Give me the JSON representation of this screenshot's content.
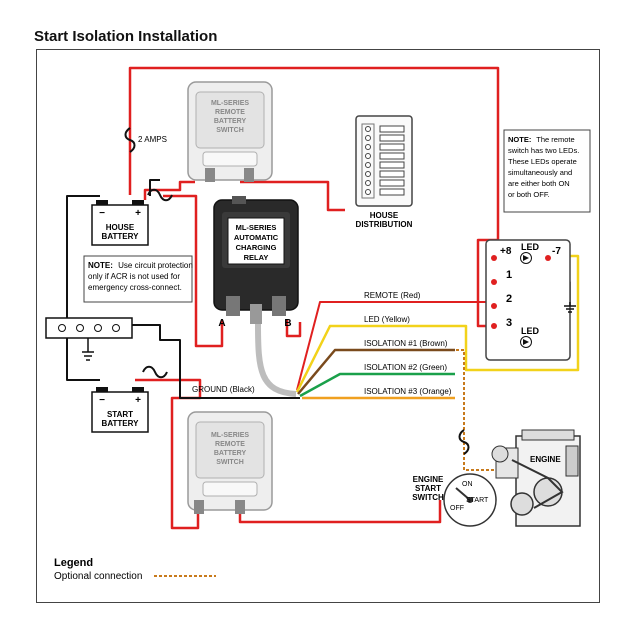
{
  "title": "Start Isolation Installation",
  "labels": {
    "fuse_amps": "2 AMPS",
    "rbs_top": [
      "ML-SERIES",
      "REMOTE",
      "BATTERY",
      "SWITCH"
    ],
    "rbs_bottom": [
      "ML-SERIES",
      "REMOTE",
      "BATTERY",
      "SWITCH"
    ],
    "acr": [
      "ML-SERIES",
      "AUTOMATIC",
      "CHARGING",
      "RELAY"
    ],
    "acr_terminal_a": "A",
    "acr_terminal_b": "B",
    "house_distribution": [
      "HOUSE",
      "DISTRIBUTION"
    ],
    "house_battery": [
      "HOUSE",
      "BATTERY"
    ],
    "start_battery": [
      "START",
      "BATTERY"
    ],
    "battery_minus": "−",
    "battery_plus": "+",
    "note_left_bold": "NOTE:",
    "note_left": [
      "Use circuit protection",
      "only if ACR is not used for",
      "emergency cross-connect."
    ],
    "note_right_bold": "NOTE:",
    "note_right": [
      "The remote",
      "switch has two LEDs.",
      "These LEDs operate",
      "simultaneously and",
      "are either both ON",
      "or both OFF."
    ],
    "wire_remote": "REMOTE (Red)",
    "wire_led": "LED (Yellow)",
    "wire_iso1": "ISOLATION #1 (Brown)",
    "wire_iso2": "ISOLATION #2 (Green)",
    "wire_iso3": "ISOLATION #3 (Orange)",
    "wire_ground": "GROUND (Black)",
    "terminal_plus8": "+8",
    "terminal_minus7": "-7",
    "terminal_1": "1",
    "terminal_2": "2",
    "terminal_3": "3",
    "led_top": "LED",
    "led_bottom": "LED",
    "engine": "ENGINE",
    "engine_start_switch": [
      "ENGINE",
      "START",
      "SWITCH"
    ],
    "switch_on": "ON",
    "switch_start": "START",
    "switch_off": "OFF",
    "legend_title": "Legend",
    "legend_item": "Optional connection"
  },
  "colors": {
    "red": "#e02020",
    "yellow": "#f2d21a",
    "brown": "#7a4a1c",
    "green": "#1aa04a",
    "orange": "#f0a020",
    "black": "#111111",
    "gray_cable": "#bdbdbd",
    "optional_dotted": "#c87a1c"
  }
}
